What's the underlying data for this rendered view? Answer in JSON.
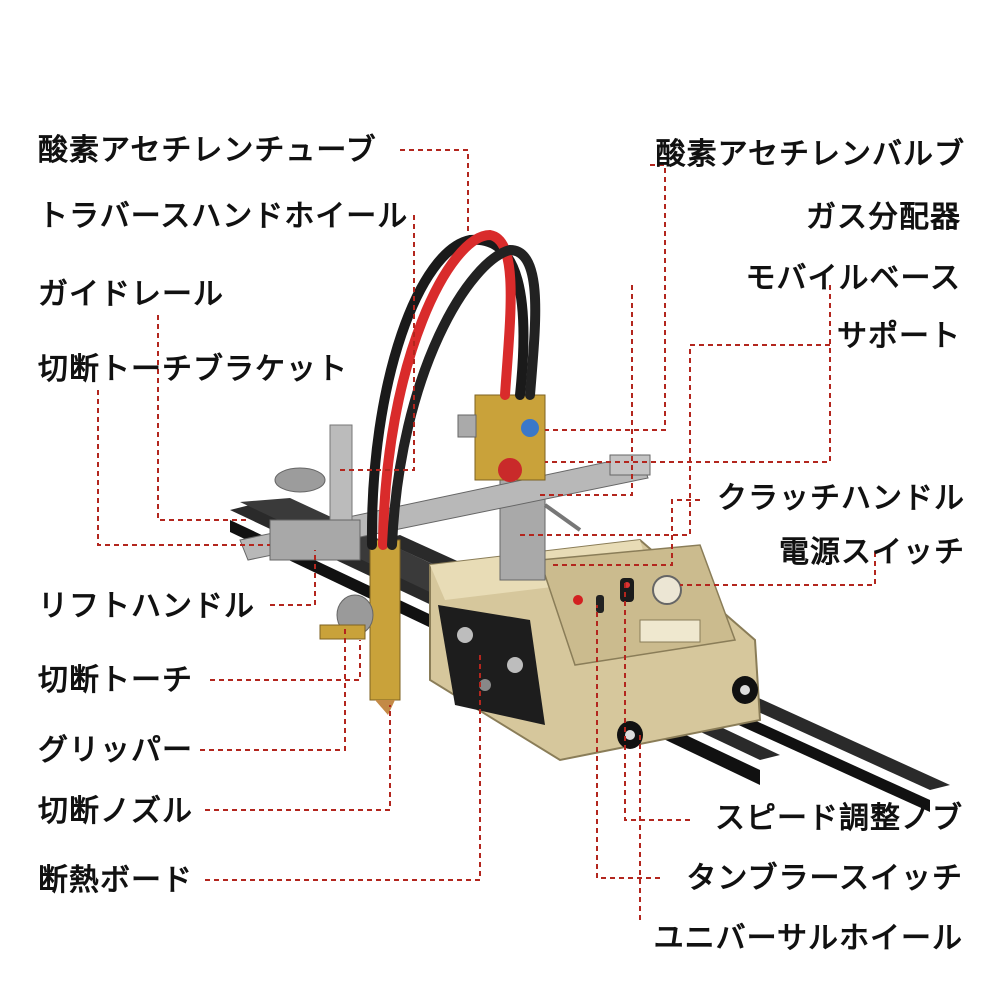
{
  "colors": {
    "leader_line": "#b3261e",
    "machine_body": "#d8c99d",
    "hose_red": "#d92b2b",
    "hose_black": "#1a1a1a",
    "rail": "#222222",
    "brass": "#c9a23a"
  },
  "labels_left": [
    {
      "id": "oxy-acetylene-tube",
      "text": "酸素アセチレンチューブ"
    },
    {
      "id": "traverse-handwheel",
      "text": "トラバースハンドホイール"
    },
    {
      "id": "guide-rail",
      "text": "ガイドレール"
    },
    {
      "id": "torch-bracket",
      "text": "切断トーチブラケット"
    },
    {
      "id": "lift-handle",
      "text": "リフトハンドル"
    },
    {
      "id": "cutting-torch",
      "text": "切断トーチ"
    },
    {
      "id": "gripper",
      "text": "グリッパー"
    },
    {
      "id": "cutting-nozzle",
      "text": "切断ノズル"
    },
    {
      "id": "insulation-board",
      "text": "断熱ボード"
    }
  ],
  "labels_right": [
    {
      "id": "oxy-acetylene-valve",
      "text": "酸素アセチレンバルブ"
    },
    {
      "id": "gas-distributor",
      "text": "ガス分配器"
    },
    {
      "id": "mobile-base",
      "text": "モバイルベース"
    },
    {
      "id": "support",
      "text": "サポート"
    },
    {
      "id": "clutch-handle",
      "text": "クラッチハンドル"
    },
    {
      "id": "power-switch",
      "text": "電源スイッチ"
    },
    {
      "id": "speed-knob",
      "text": "スピード調整ノブ"
    },
    {
      "id": "tumbler-switch",
      "text": "タンブラースイッチ"
    },
    {
      "id": "universal-wheel",
      "text": "ユニバーサルホイール"
    }
  ]
}
